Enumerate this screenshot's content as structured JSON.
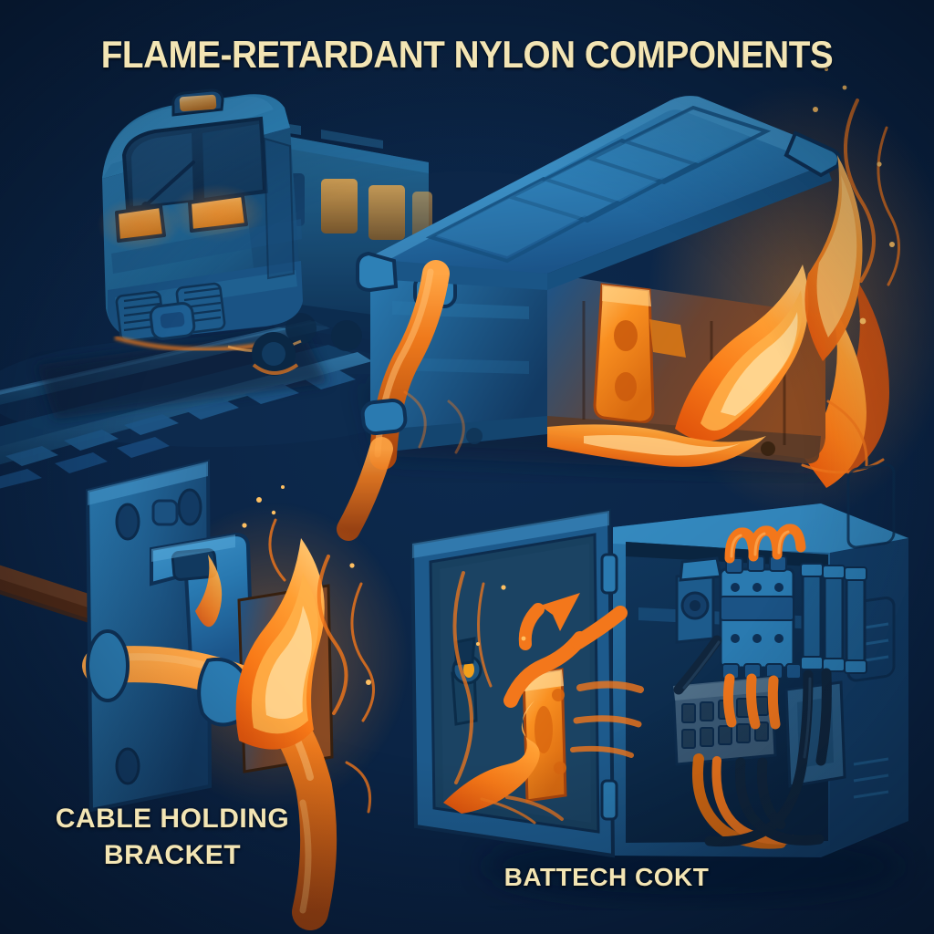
{
  "poster": {
    "title": "FLAME-RETARDANT NYLON COMPONENTS",
    "background_color": "#0a2140",
    "title_color": "#f3e5b4"
  },
  "labels": {
    "bracket": "CABLE HOLDING\nBRACKET",
    "cabinet": "BATTECH COKT"
  },
  "palette": {
    "navy_deep": "#081a33",
    "navy": "#0a2140",
    "navy_light": "#0d2a4e",
    "blue_dark": "#123a63",
    "blue_mid": "#1b5489",
    "blue": "#2272ab",
    "blue_light": "#3e93c9",
    "blue_pale": "#67b3e0",
    "orange_deep": "#c24f12",
    "orange": "#f3771b",
    "orange_bright": "#ff9a2e",
    "orange_pale": "#ffc36a",
    "yellow_hot": "#ffe3a8",
    "amber": "#e8a34a",
    "cream": "#f3e5b4"
  },
  "panels": [
    {
      "id": "train",
      "name": "Illustrated blue commuter train on railway track",
      "subject": "train",
      "has_flames": false,
      "label": ""
    },
    {
      "id": "battery-box",
      "name": "Blue nylon battery enclosure with orange latch and cable",
      "subject": "battery box",
      "has_flames": true,
      "label": ""
    },
    {
      "id": "cable-bracket",
      "name": "Cable holding bracket with orange cable and flame",
      "subject": "bracket",
      "has_flames": true,
      "label": "CABLE HOLDING\nBRACKET"
    },
    {
      "id": "electrical-cabinet",
      "name": "Open electrical cabinet with breakers, fuses and wiring",
      "subject": "cabinet",
      "has_flames": true,
      "label": "BATTECH COKT"
    }
  ],
  "cabinet_contents": {
    "devices": [
      "circuit-breaker",
      "fuse-holders",
      "terminal-block",
      "contactor-box",
      "door-lock"
    ],
    "wire_colors": [
      "#f3771b",
      "#16263d"
    ]
  }
}
